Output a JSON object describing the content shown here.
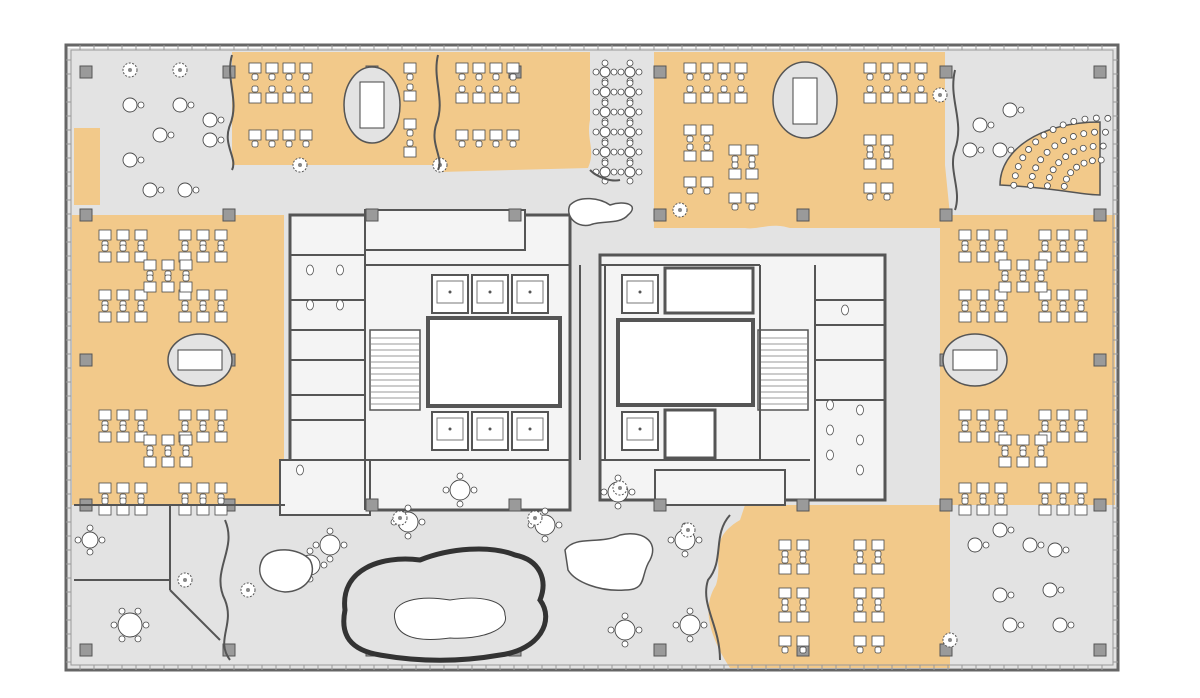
{
  "plan": {
    "colors": {
      "background": "#ffffff",
      "circulation": "#e3e3e3",
      "workspace": "#f2c98a",
      "wall": "#555555",
      "column": "#9a9a9a",
      "core_fill": "#f4f4f4",
      "furniture_stroke": "#4a4a4a",
      "furniture_fill": "#ffffff",
      "seat_fill": "#ffffff"
    },
    "zones": [
      {
        "name": "workspace-north-west"
      },
      {
        "name": "workspace-north-center"
      },
      {
        "name": "workspace-north-east"
      },
      {
        "name": "workspace-west"
      },
      {
        "name": "workspace-east"
      },
      {
        "name": "workspace-south-east"
      },
      {
        "name": "building-core"
      },
      {
        "name": "lounge-south"
      },
      {
        "name": "cafe-north"
      },
      {
        "name": "auditorium-seating"
      }
    ],
    "icons": [
      "column",
      "desk",
      "office-chair",
      "round-table",
      "sofa",
      "plant",
      "stair",
      "elevator",
      "toilet",
      "door-swing"
    ]
  }
}
